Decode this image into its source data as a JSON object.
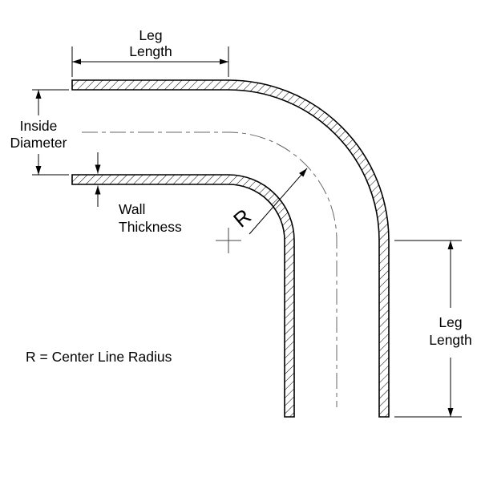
{
  "colors": {
    "background": "#ffffff",
    "line": "#000000",
    "text": "#000000",
    "inside_diameter_text": "#ff0000",
    "centerline": "#666666"
  },
  "labels": {
    "top_leg_length": {
      "line1": "Leg",
      "line2": "Length"
    },
    "inside_diameter": {
      "line1": "Inside",
      "line2": "Diameter"
    },
    "wall_thickness": {
      "line1": "Wall",
      "line2": "Thickness"
    },
    "radius": "R",
    "right_leg_length": {
      "line1": "Leg",
      "line2": "Length"
    },
    "legend": "R = Center Line Radius"
  }
}
